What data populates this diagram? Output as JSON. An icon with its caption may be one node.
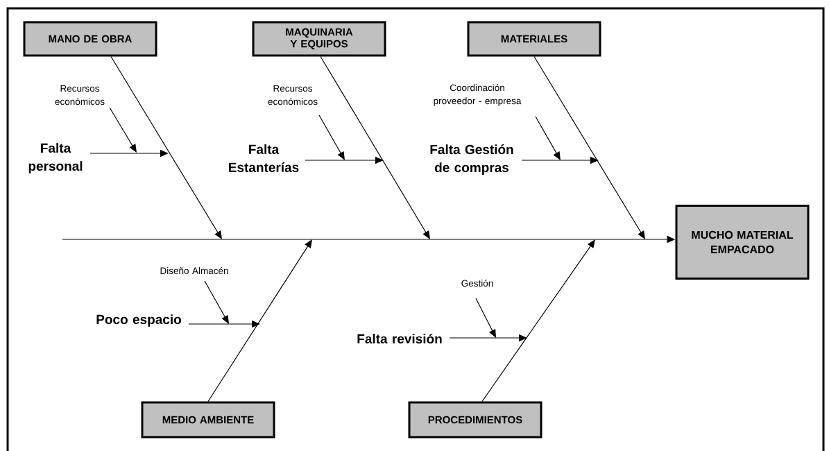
{
  "diagram": {
    "nodes": [
      {
        "text": [
          "MANO DE OBRA"
        ]
      },
      {
        "text": [
          "MAQUINARIA Y EQUIPOS"
        ]
      },
      {
        "text": [
          "MATERIALES"
        ]
      },
      {
        "text": [
          "MUCHO MATERIAL EMPACADO"
        ]
      },
      {
        "text": [
          "Recursos económicos"
        ]
      },
      {
        "text": [
          "Falta personal"
        ]
      },
      {
        "text": [
          "Recursos económicos"
        ]
      },
      {
        "text": [
          "Falta Estanterías"
        ]
      },
      {
        "text": [
          "Coordinación proveedor - empresa"
        ]
      },
      {
        "text": [
          "Falta Gestión de compras"
        ]
      },
      {
        "text": [
          "Diseño Almacén"
        ]
      },
      {
        "text": [
          "Poco espacio"
        ]
      },
      {
        "text": [
          "Gestión"
        ]
      },
      {
        "text": [
          "Falta revisión"
        ]
      },
      {
        "text": [
          "MEDIO AMBIENTE"
        ]
      },
      {
        "text": [
          "PROCEDIMIENTOS"
        ]
      }
    ],
    "edges": [
      {
        "from": null,
        "to": 3,
        "arrow": "to"
      },
      {
        "from": 0,
        "to": null,
        "arrow": "to"
      },
      {
        "from": 1,
        "to": null,
        "arrow": "to"
      },
      {
        "from": 2,
        "to": null,
        "arrow": "to"
      },
      {
        "from": 14,
        "to": null,
        "arrow": "to"
      },
      {
        "from": 15,
        "to": null,
        "arrow": "to"
      },
      {
        "from": 4,
        "to": null,
        "arrow": "to"
      },
      {
        "from": 5,
        "to": null,
        "arrow": "to"
      },
      {
        "from": 6,
        "to": null,
        "arrow": "to"
      },
      {
        "from": 7,
        "to": null,
        "arrow": "to"
      },
      {
        "from": 8,
        "to": null,
        "arrow": "to"
      },
      {
        "from": 9,
        "to": null,
        "arrow": "to"
      },
      {
        "from": 10,
        "to": null,
        "arrow": "to"
      },
      {
        "from": 11,
        "to": null,
        "arrow": "to"
      },
      {
        "from": 12,
        "to": null,
        "arrow": "to"
      },
      {
        "from": 13,
        "to": null,
        "arrow": "to"
      }
    ]
  }
}
